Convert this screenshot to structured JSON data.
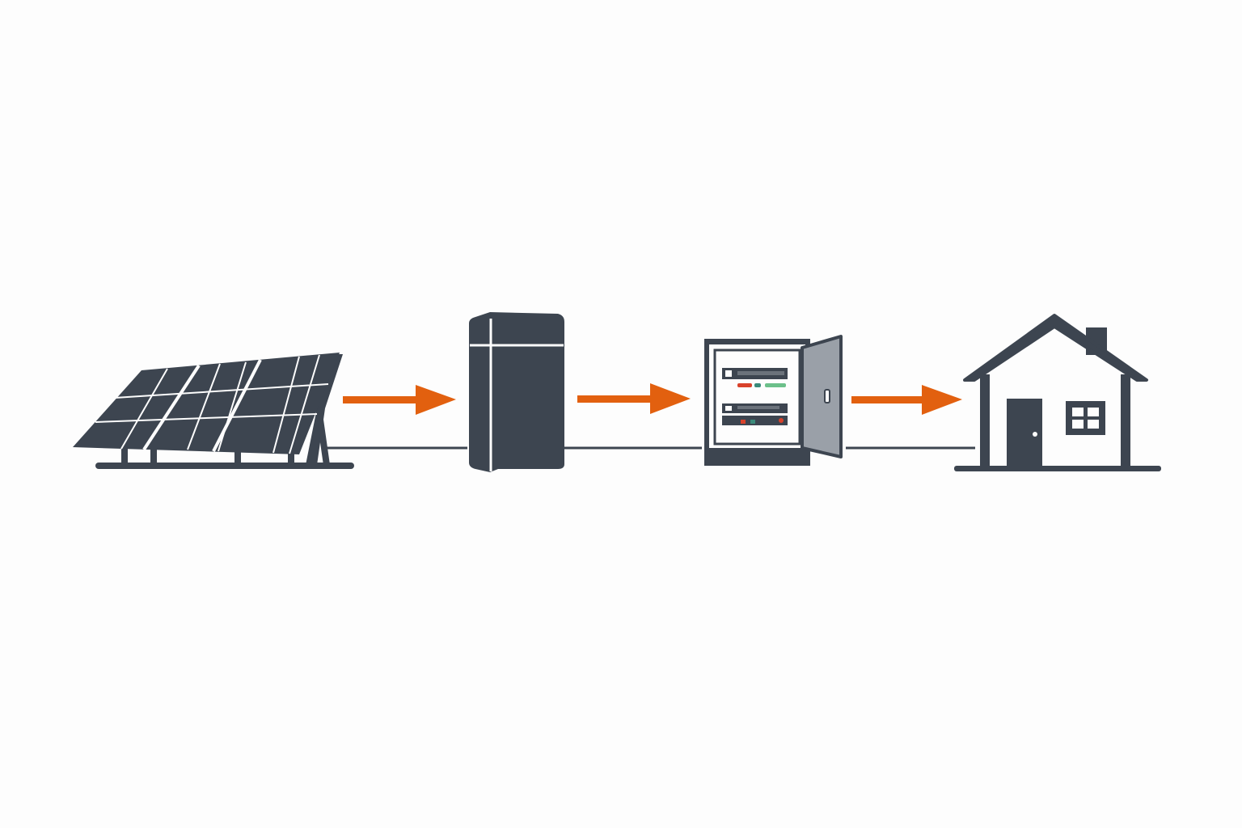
{
  "colors": {
    "background": "#fdfdfd",
    "icon_dark": "#3d4550",
    "arrow_accent": "#e2600f",
    "line": "#3d4550",
    "door_panel": "#9aa0a8",
    "breaker_red": "#d9422b",
    "breaker_teal": "#3a8a7a",
    "breaker_green": "#6cc08a"
  },
  "diagram": {
    "nodes": [
      {
        "id": "solar",
        "icon": "solar-panel-icon"
      },
      {
        "id": "battery",
        "icon": "battery-storage-icon"
      },
      {
        "id": "electrical_panel",
        "icon": "electrical-panel-icon"
      },
      {
        "id": "house",
        "icon": "house-icon"
      }
    ],
    "flows": [
      {
        "from": "solar",
        "to": "battery"
      },
      {
        "from": "battery",
        "to": "electrical_panel"
      },
      {
        "from": "electrical_panel",
        "to": "house"
      }
    ]
  }
}
